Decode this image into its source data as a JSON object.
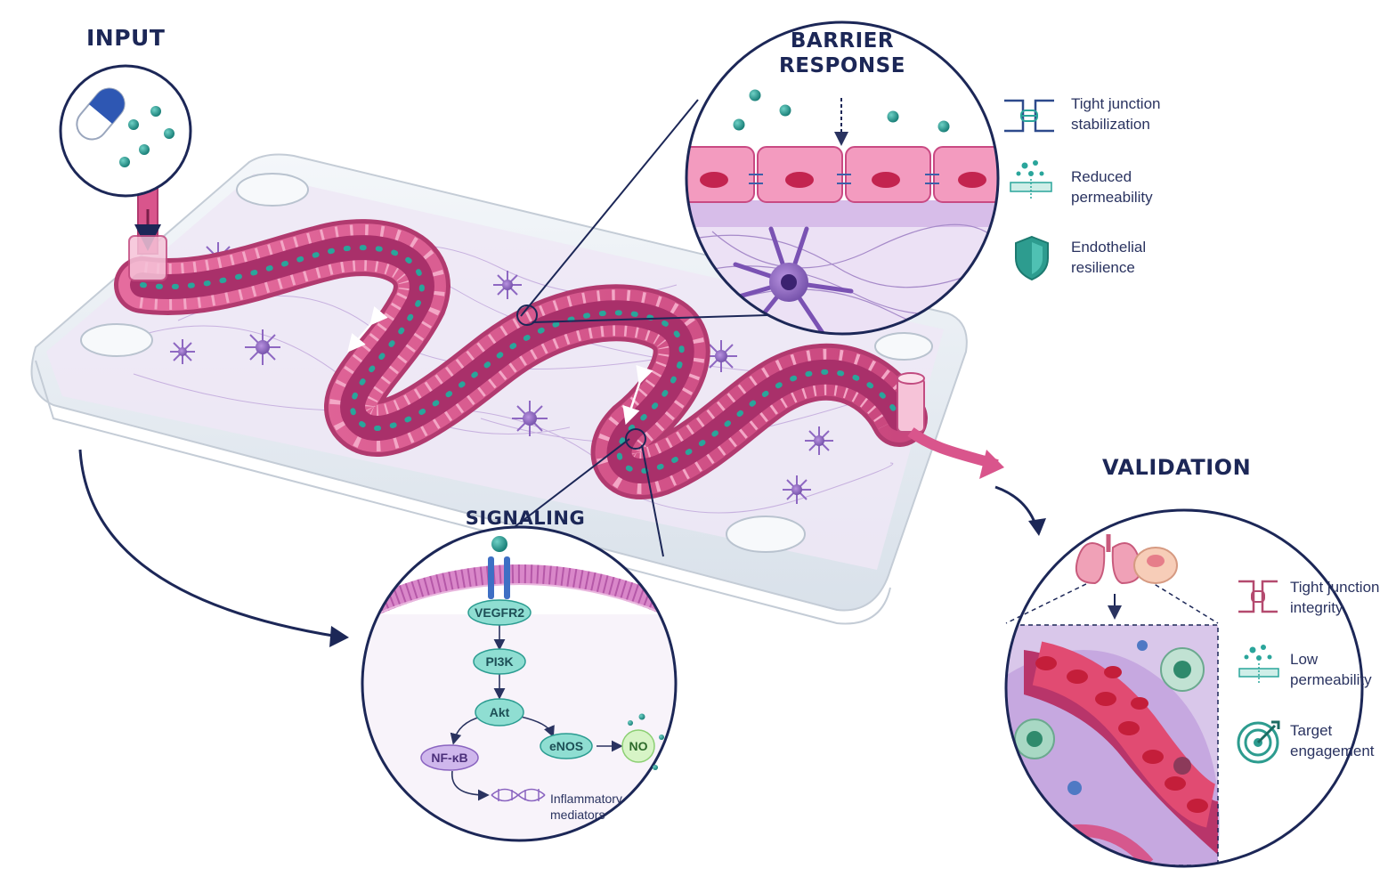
{
  "sections": {
    "input": {
      "title": "INPUT"
    },
    "barrier": {
      "title_line1": "BARRIER",
      "title_line2": "RESPONSE",
      "legend": [
        {
          "icon": "tight-junction-icon",
          "label": "Tight junction\nstabilization"
        },
        {
          "icon": "permeability-icon",
          "label": "Reduced\npermeability"
        },
        {
          "icon": "shield-icon",
          "label": "Endothelial\nresilience"
        }
      ]
    },
    "signaling": {
      "title": "SIGNALING",
      "nodes": {
        "vegfr2": "VEGFR2",
        "pi3k": "PI3K",
        "akt": "Akt",
        "nfkb": "NF-κB",
        "enos": "eNOS",
        "no": "NO"
      },
      "mediators_label": "Inflammatory\nmediators"
    },
    "validation": {
      "title": "VALIDATION",
      "legend": [
        {
          "icon": "tight-junction-icon",
          "label": "Tight junction\nintegrity"
        },
        {
          "icon": "permeability-icon",
          "label": "Low\npermeability"
        },
        {
          "icon": "target-icon",
          "label": "Target\nengagement"
        }
      ]
    }
  },
  "colors": {
    "navy": "#1c2757",
    "vessel_pink": "#d9558c",
    "vessel_dark": "#b63b72",
    "drug_teal": "#1f8f88",
    "neuron_purple": "#9a6fc7",
    "tissue_lavender": "#e9def3",
    "chip_glass": "#dfe6ee"
  }
}
